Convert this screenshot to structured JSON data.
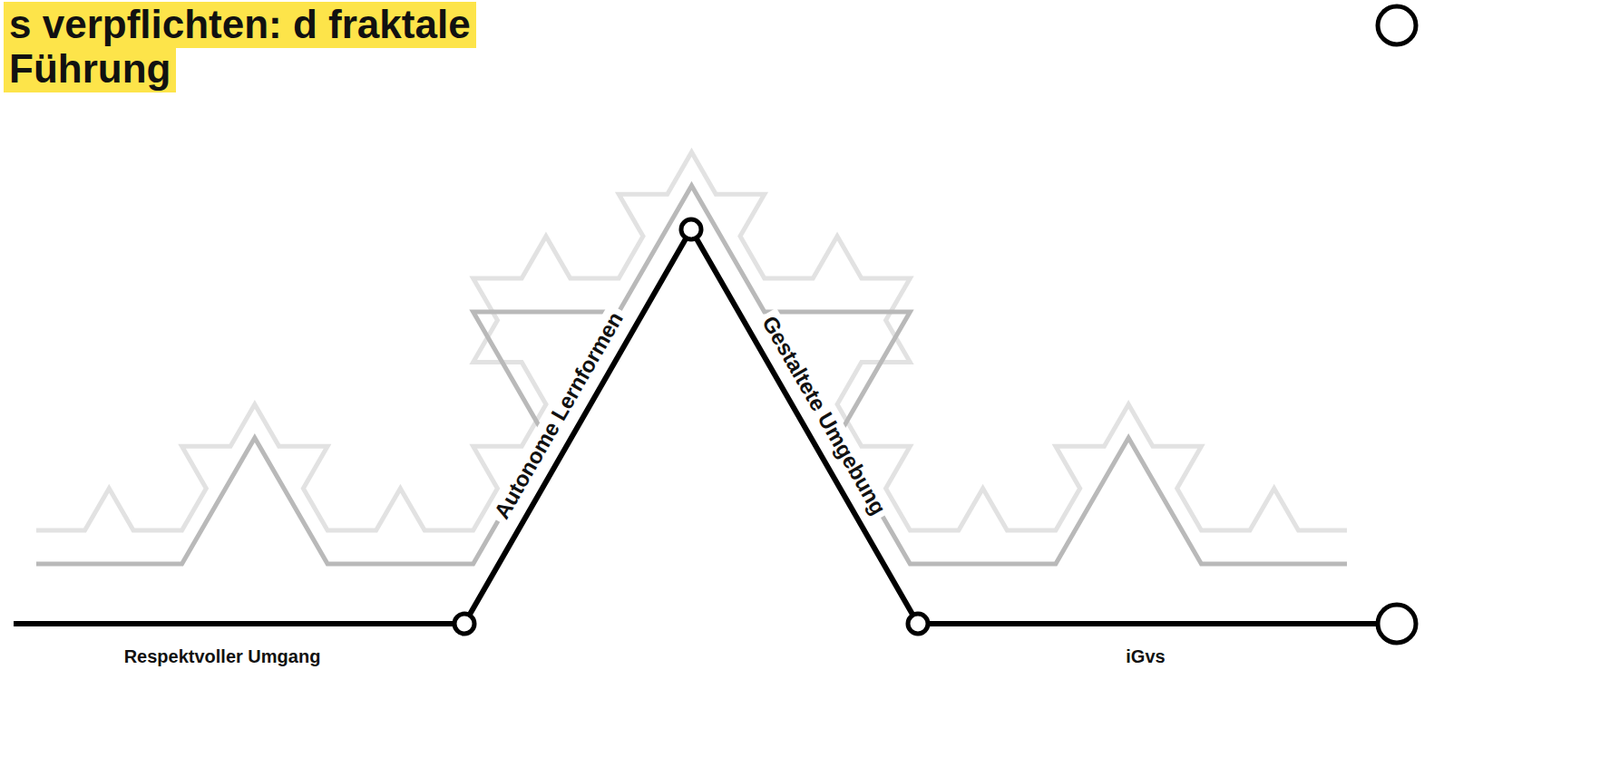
{
  "diagram": {
    "title": "s verpflichten: d fraktale Führung",
    "labels": [
      "Respektvoller Umgang",
      "Autonome Lernformen",
      "Gestaltete Umgebung",
      "iGvs"
    ]
  }
}
